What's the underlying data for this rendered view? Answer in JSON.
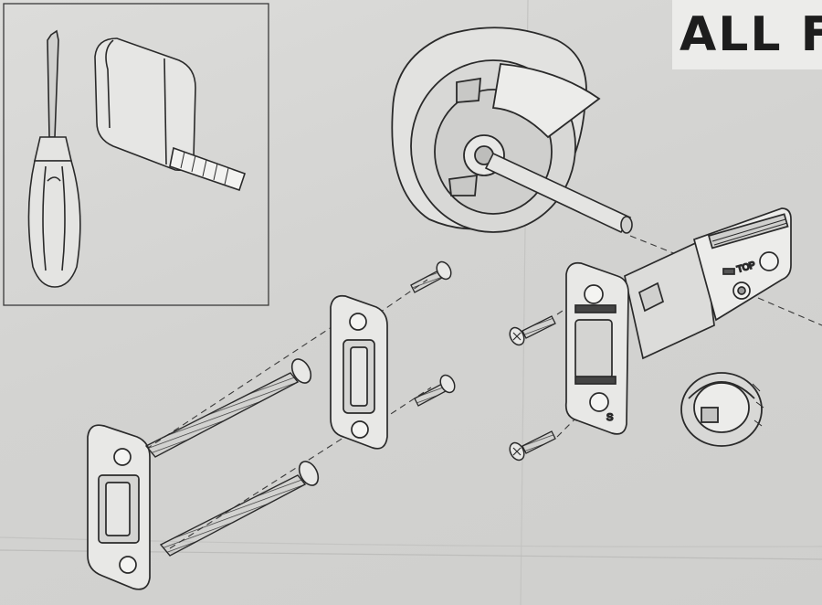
{
  "header": {
    "title": "ALL F"
  },
  "labels": {
    "top_marking": "TOP",
    "strike_marking": "S"
  },
  "colors": {
    "paper": "#d6d6d4",
    "ink": "#2a2a2a",
    "title_bg": "#ececea"
  }
}
